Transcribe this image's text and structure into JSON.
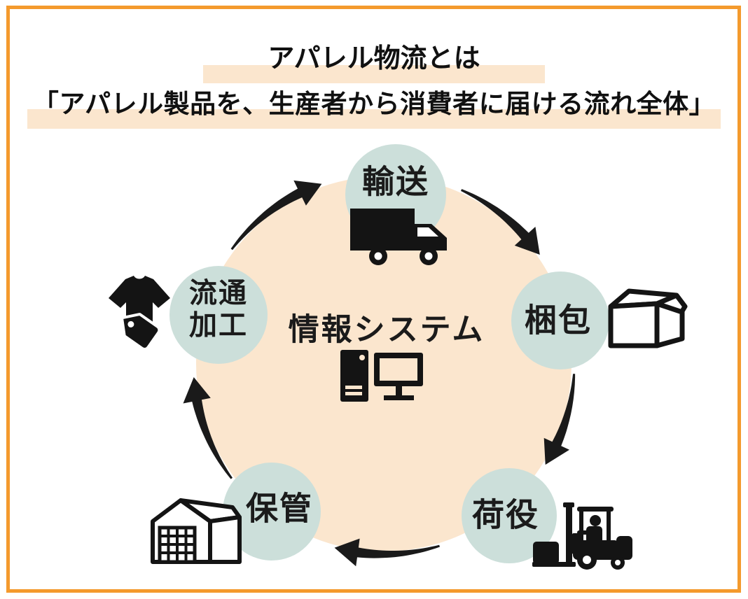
{
  "frame": {
    "border_color": "#F49A2D"
  },
  "title": {
    "line1": "アパレル物流とは",
    "line2": "「アパレル製品を、生産者から消費者に届ける流れ全体」",
    "highlight_color": "#FBE6CE"
  },
  "diagram": {
    "flow_direction": "clockwise",
    "colors": {
      "cycle_circle": "#FBE6CE",
      "node_circle": "#CCDFDA",
      "arrows": "#1A1A1A",
      "icons": "#141414"
    },
    "center": {
      "label": "情報システム",
      "icon": "desktop-computer-icon"
    },
    "nodes": [
      {
        "label": "輸送",
        "icon": "truck-icon"
      },
      {
        "label": "梱包",
        "icon": "cardboard-box-icon"
      },
      {
        "label": "荷役",
        "icon": "forklift-icon"
      },
      {
        "label": "保管",
        "icon": "warehouse-icon"
      },
      {
        "label": "流通\n加工",
        "icon": "tshirt-price-tag-icon"
      }
    ]
  }
}
